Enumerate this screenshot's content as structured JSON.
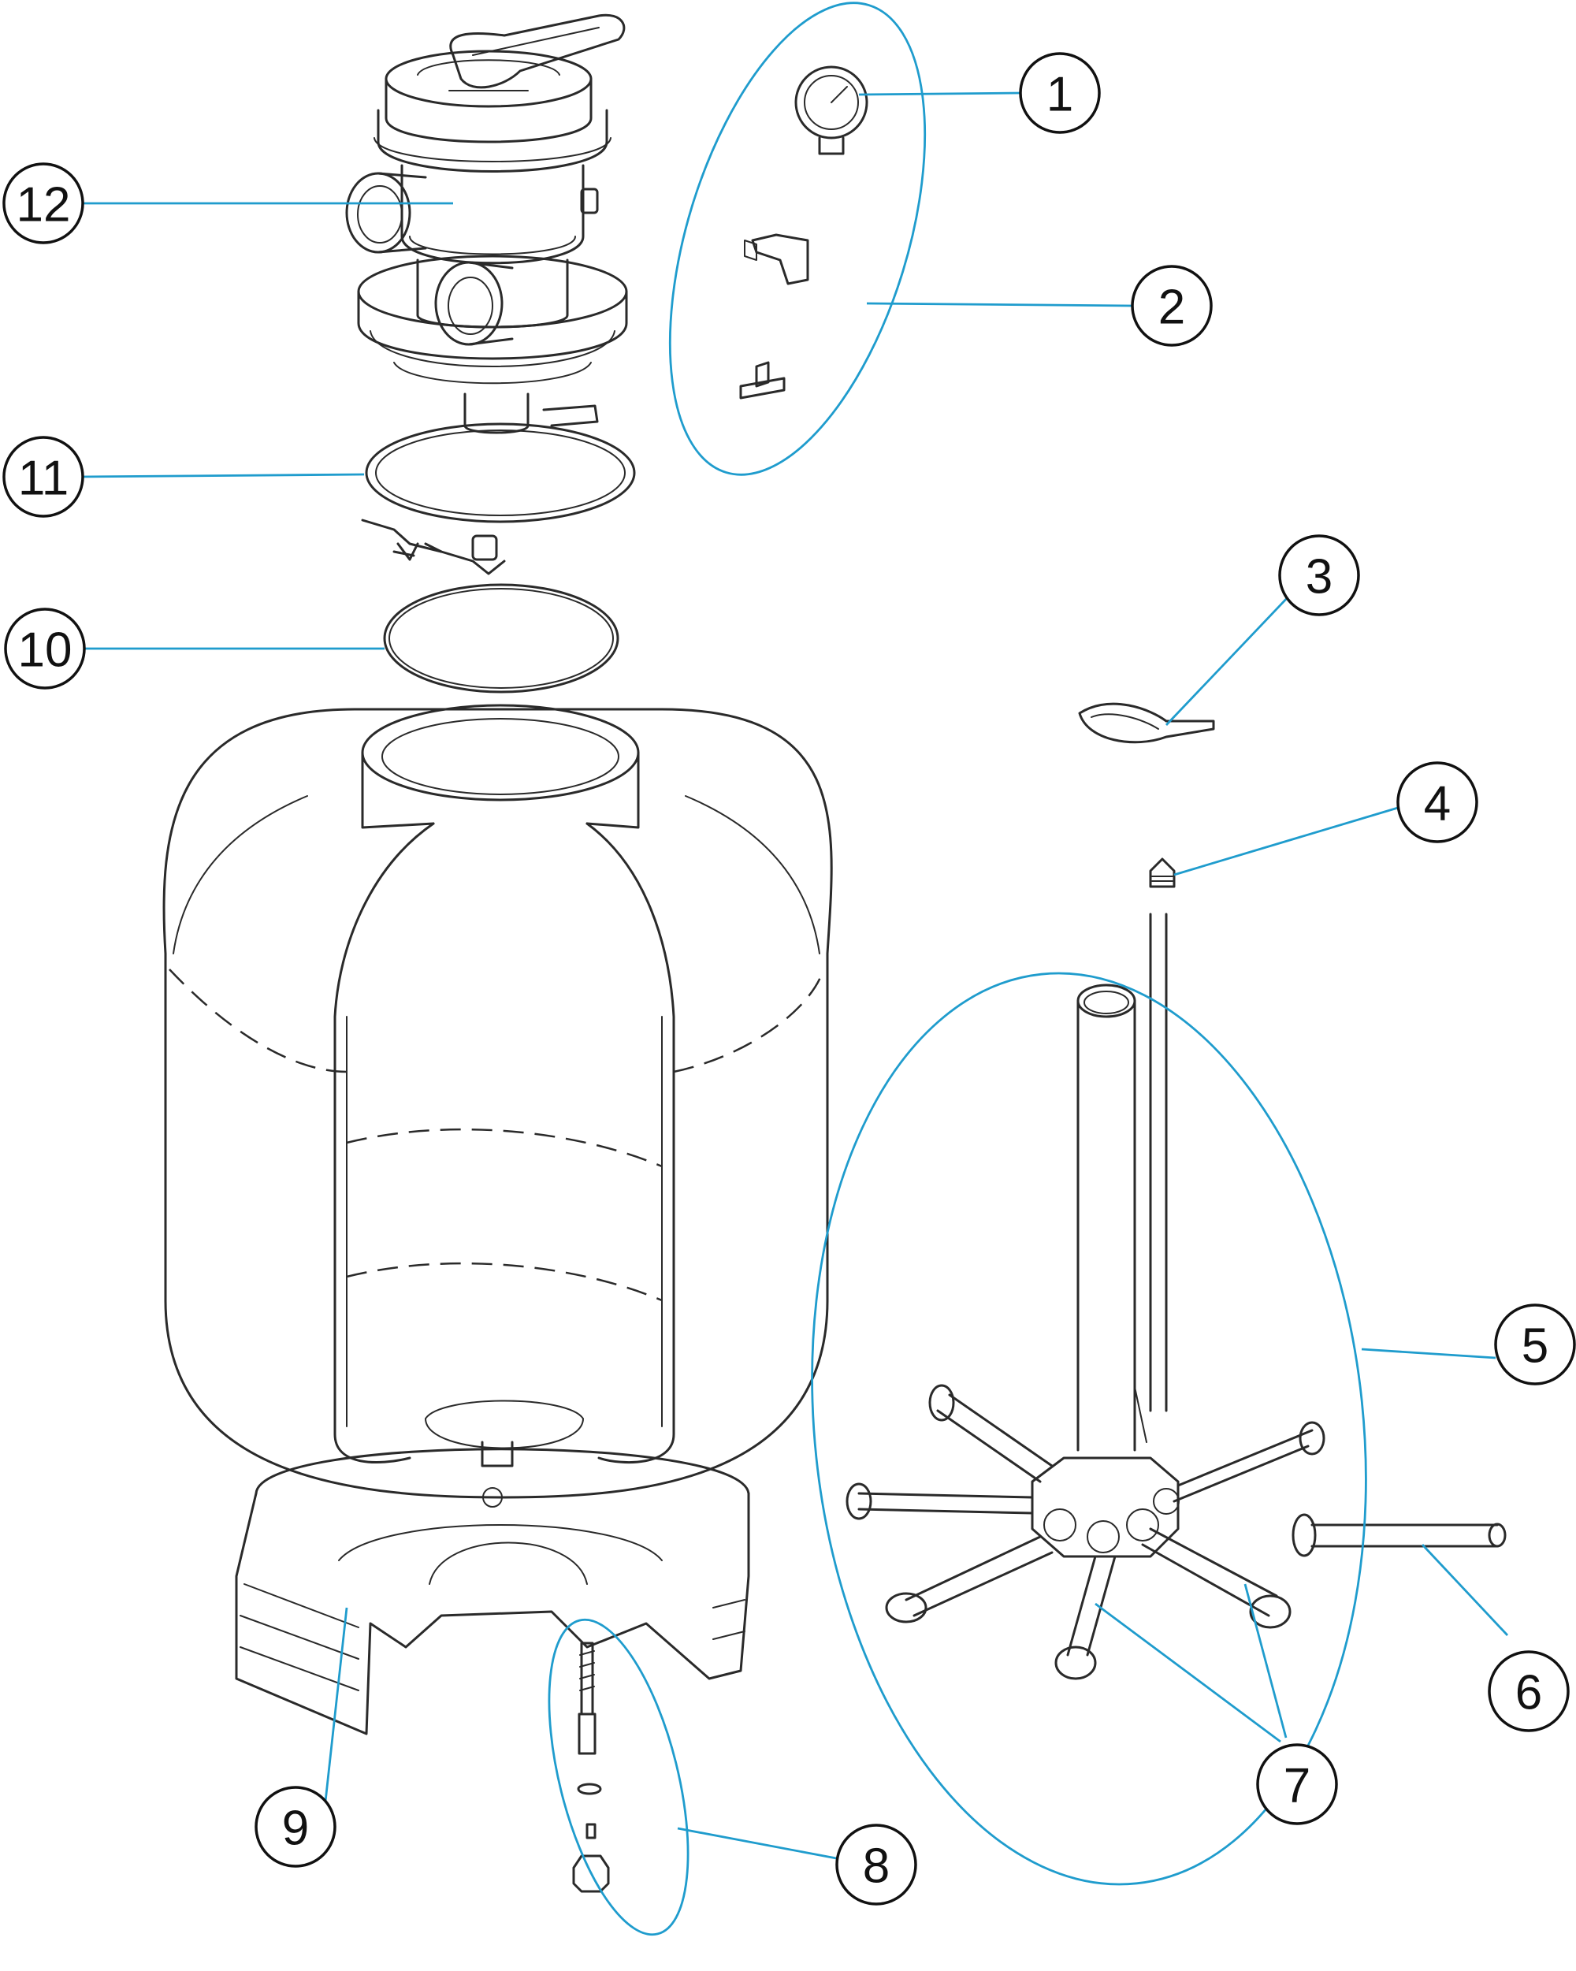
{
  "callouts": [
    {
      "id": "1",
      "label": "1"
    },
    {
      "id": "2",
      "label": "2"
    },
    {
      "id": "3",
      "label": "3"
    },
    {
      "id": "4",
      "label": "4"
    },
    {
      "id": "5",
      "label": "5"
    },
    {
      "id": "6",
      "label": "6"
    },
    {
      "id": "7",
      "label": "7"
    },
    {
      "id": "8",
      "label": "8"
    },
    {
      "id": "9",
      "label": "9"
    },
    {
      "id": "10",
      "label": "10"
    },
    {
      "id": "11",
      "label": "11"
    },
    {
      "id": "12",
      "label": "12"
    }
  ],
  "colors": {
    "leader": "#1f9ccd",
    "line": "#2a2a2a",
    "background": "#ffffff"
  }
}
